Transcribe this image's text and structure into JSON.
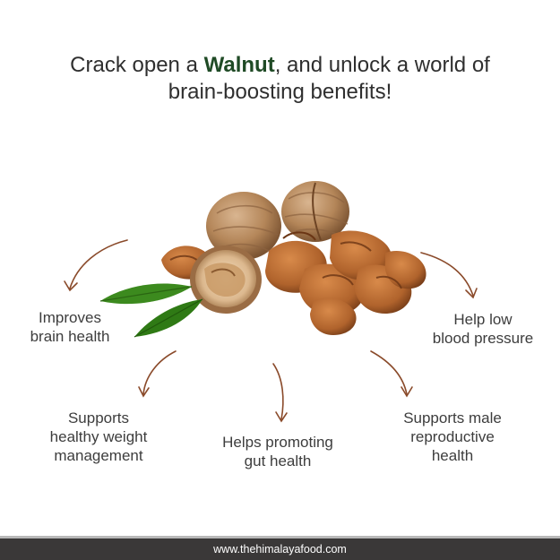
{
  "headline": {
    "prefix": "Crack open a ",
    "brand": "Walnut",
    "suffix_line1": ", and unlock a world of",
    "line2": "brain-boosting benefits!"
  },
  "benefits": [
    {
      "lines": [
        "Improves",
        "brain health"
      ]
    },
    {
      "lines": [
        "Help low",
        "blood pressure"
      ]
    },
    {
      "lines": [
        "Supports",
        "healthy weight",
        "management"
      ]
    },
    {
      "lines": [
        "Helps promoting",
        "gut health"
      ]
    },
    {
      "lines": [
        "Supports male",
        "reproductive",
        "health"
      ]
    }
  ],
  "footer": {
    "url": "www.thehimalayafood.com"
  },
  "colors": {
    "brand_green": "#1f4a25",
    "arrow_brown": "#8a4a2a",
    "footer_bg": "#3a3838",
    "leaf_green": "#3c8a1e"
  }
}
